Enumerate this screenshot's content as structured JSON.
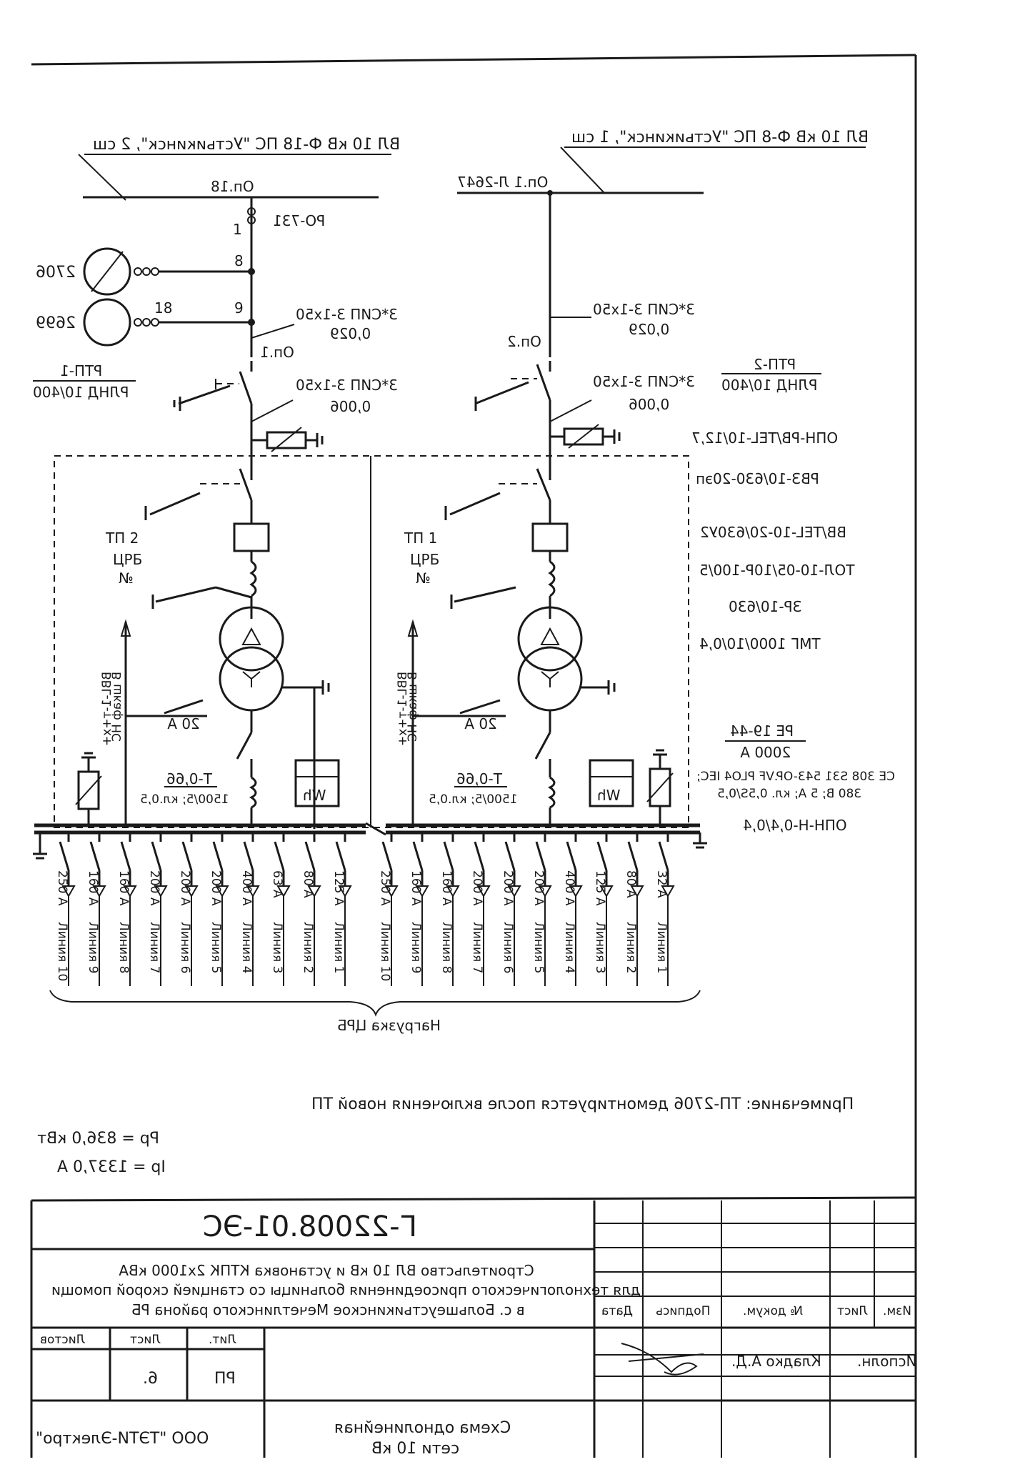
{
  "feeders": {
    "left_title": "ВЛ 10 кВ Ф-18 ПС \"Устьикинск\", 2 сш",
    "right_title": "ВЛ 10 кВ Ф-8 ПС \"Устьикинск\", 1 сш",
    "left_support": "Оп.18",
    "right_support": "Оп.1 Л-2647",
    "ro_label": "РО-731",
    "node_1": "1",
    "node_8": "8",
    "node_9": "9",
    "node_18": "18",
    "tp_2706": "2706",
    "tp_2699": "2699",
    "cable_left_1": "3*СИП 3-1х50",
    "len_left_1": "0,029",
    "op1_left": "Оп.1",
    "cable_right_1": "3*СИП 3-1х50",
    "len_right_1": "0,029",
    "op2_right": "Оп.2",
    "cable_left_2": "3*СИП 3-1х50",
    "len_left_2": "0,006",
    "cable_right_2": "3*СИП 3-1х50",
    "len_right_2": "0,006",
    "rtp1": "РТП-1",
    "rtp1_type": "РЛНД 10/400",
    "rtp2": "РТП-2",
    "rtp2_type": "РЛНД 10/400"
  },
  "equipment": {
    "opn_rv": "ОПН-РВ/TEL-10/12,7",
    "rvz": "РВЗ-10/630-20эп",
    "vv": "ВВ/TEL-10-20/630У2",
    "tol": "ТОЛ-10-05/10Р-100/5",
    "zr": "ЗР-10/630",
    "tmg": "ТМГ 1000/10/0,4",
    "re": "РЕ 19-44",
    "re_current": "2000 А",
    "meter_ce": "CE 308 S31 543-OP.VF PLO4 IEC;",
    "meter_params": "380 В; 5 А; кл. 0,5S/0,5",
    "opn_n": "ОПН-Н-0,4/0,4"
  },
  "tp_left": {
    "name": "ТП 2",
    "crb": "ЦРБ",
    "num": "№",
    "vbl": "ВВL-1-т+х+",
    "vbl2": "В шкаф НС",
    "fuse": "20 А",
    "ct": "Т-0,66",
    "ct_params": "1500/5; кл.0,5",
    "wh": "Wh"
  },
  "tp_right": {
    "name": "ТП 1",
    "crb": "ЦРБ",
    "num": "№",
    "vbl": "ВВL-1-т+х+",
    "vbl2": "В шкаф НС",
    "fuse": "20 А",
    "ct": "Т-0,66",
    "ct_params": "1500/5; кл.0,5",
    "wh": "Wh"
  },
  "lines_left": {
    "ratings": [
      "250 А",
      "160 А",
      "160 А",
      "200 А",
      "200 А",
      "200 А",
      "400 А",
      "63 А",
      "80 А",
      "125 А"
    ],
    "names": [
      "Линия 10",
      "Линия 9",
      "Линия 8",
      "Линия 7",
      "Линия 6",
      "Линия 5",
      "Линия 4",
      "Линия 3",
      "Линия 2",
      "Линия 1"
    ]
  },
  "lines_right": {
    "ratings": [
      "250 А",
      "160 А",
      "160 А",
      "200 А",
      "200 А",
      "200 А",
      "400 А",
      "125 А",
      "80 А",
      "32 А"
    ],
    "names": [
      "Линия 10",
      "Линия 9",
      "Линия 8",
      "Линия 7",
      "Линия 6",
      "Линия 5",
      "Линия 4",
      "Линия 3",
      "Линия 2",
      "Линия 1"
    ]
  },
  "load": "Нагрузка ЦРБ",
  "note": "Примечание: ТП-2706 демонтируется после включения новой ТП",
  "calc": {
    "pp": "Рр = 836,0 кВт",
    "ip": "Iр = 1337,0 А"
  },
  "stamp": {
    "code": "Г-22008.01-ЭС",
    "desc_1": "Строительство ВЛ 10 кВ и установка КТПК 2х1000 кВА",
    "desc_2": "для технологического присоединения больницы со станцией скорой помощи",
    "desc_3": "в с. Большеустьикинское Мечетлинского района РБ",
    "h_izm": "Изм.",
    "h_list": "Лист",
    "h_doc": "№ докум.",
    "h_sign": "Подпись",
    "h_date": "Дата",
    "ispoln_label": "Исполн.",
    "ispoln_name": "Кладко А.Д.",
    "stage_h": "Лит.",
    "sheet_h": "Лист",
    "sheets_h": "Листов",
    "stage": "РП",
    "sheet": "6.",
    "drawing_name_1": "Схема однолинейная",
    "drawing_name_2": "сети 10 кВ",
    "company": "ООО \"ТЭТИ-Электро\""
  }
}
